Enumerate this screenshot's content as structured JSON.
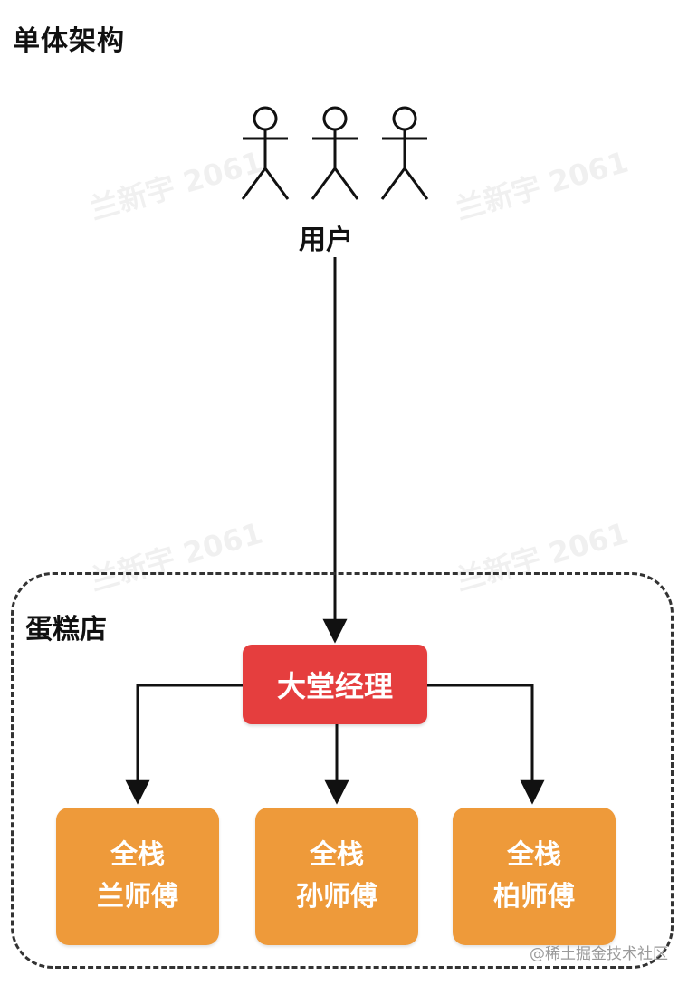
{
  "title": "单体架构",
  "users": {
    "label": "用户",
    "count": 3
  },
  "container": {
    "label": "蛋糕店"
  },
  "manager": {
    "label": "大堂经理"
  },
  "workers": [
    {
      "line1": "全栈",
      "line2": "兰师傅"
    },
    {
      "line1": "全栈",
      "line2": "孙师傅"
    },
    {
      "line1": "全栈",
      "line2": "柏师傅"
    }
  ],
  "watermark": "兰新宇 2061",
  "footer": "@稀土掘金技术社区",
  "colors": {
    "manager": "#e53e3e",
    "worker": "#ee9a3a",
    "line": "#111111"
  }
}
